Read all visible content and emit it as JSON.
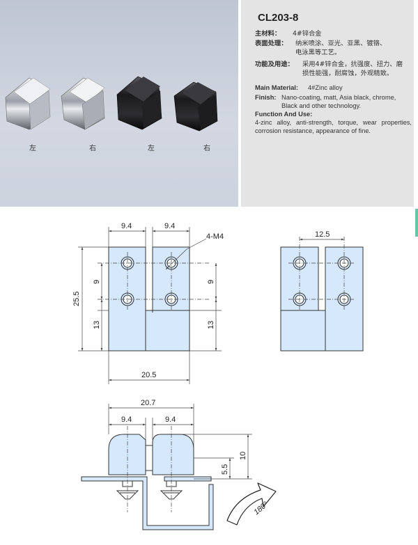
{
  "product": {
    "model": "CL203-8",
    "position_labels": [
      "左",
      "右",
      "左",
      "右"
    ]
  },
  "specs_cn": {
    "material_label": "主材料：",
    "material_value": "4#锌合金",
    "finish_label": "表面处理：",
    "finish_value_line1": "纳米喷涂、亚光、亚黑、镀铬、",
    "finish_value_line2": "电泳黑等工艺。",
    "usage_label": "功能及用途：",
    "usage_value_line1": "采用4#锌合金，抗强度、扭力、磨",
    "usage_value_line2": "损性能强，耐腐蚀，外观精致。"
  },
  "specs_en": {
    "material_label": "Main Material:",
    "material_value": "4#Zinc alloy",
    "finish_label": "Finish:",
    "finish_value_line1": "Nano-coating, matt, Asia black, chrome,",
    "finish_value_line2": "Black and other technology.",
    "usage_label": "Function And Use:",
    "usage_text": "4-zinc alloy, anti-strength, torque, wear properties, corrosion resistance, appearance of fine."
  },
  "drawing": {
    "front_view": {
      "width_left": "9.4",
      "width_right": "9.4",
      "hole_callout": "4-M4",
      "height_total": "25.5",
      "hole_pitch_left": "9",
      "lower_height_left": "13",
      "hole_pitch_right": "9",
      "lower_height_right": "13",
      "width_total": "20.5"
    },
    "side_view": {
      "offset": "12.5"
    },
    "bottom_view": {
      "width_total": "20.7",
      "width_left": "9.4",
      "width_right": "9.4",
      "height": "10",
      "pivot_height": "5.5",
      "rotation": "180°"
    }
  },
  "colors": {
    "part_fill": "#d6e8fb",
    "part_stroke": "#333333",
    "dim_line": "#444444",
    "photo_bg": "#c9cfda",
    "spec_bg": "#e4e4e4"
  }
}
